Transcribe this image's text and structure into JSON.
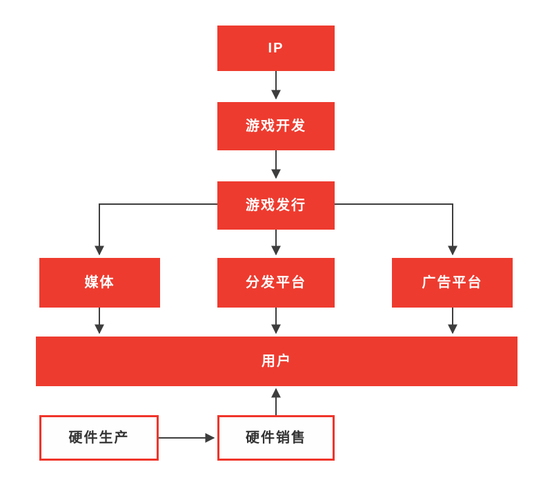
{
  "diagram": {
    "type": "flowchart",
    "nodes": {
      "ip": {
        "label": "IP",
        "style": "solid"
      },
      "game_dev": {
        "label": "游戏开发",
        "style": "solid"
      },
      "game_publish": {
        "label": "游戏发行",
        "style": "solid"
      },
      "media": {
        "label": "媒体",
        "style": "solid"
      },
      "distribution": {
        "label": "分发平台",
        "style": "solid"
      },
      "ad_platform": {
        "label": "广告平台",
        "style": "solid"
      },
      "users": {
        "label": "用户",
        "style": "solid"
      },
      "hw_production": {
        "label": "硬件生产",
        "style": "outline"
      },
      "hw_sales": {
        "label": "硬件销售",
        "style": "outline"
      }
    },
    "edges": [
      {
        "from": "ip",
        "to": "game_dev"
      },
      {
        "from": "game_dev",
        "to": "game_publish"
      },
      {
        "from": "game_publish",
        "to": "media"
      },
      {
        "from": "game_publish",
        "to": "distribution"
      },
      {
        "from": "game_publish",
        "to": "ad_platform"
      },
      {
        "from": "media",
        "to": "users"
      },
      {
        "from": "distribution",
        "to": "users"
      },
      {
        "from": "ad_platform",
        "to": "users"
      },
      {
        "from": "hw_production",
        "to": "hw_sales"
      },
      {
        "from": "hw_sales",
        "to": "users"
      }
    ]
  },
  "colors": {
    "node_fill": "#ee3b2f",
    "node_text": "#ffffff",
    "outline_border": "#f0342a",
    "outline_fill": "#fefefe",
    "outline_text": "#333333",
    "arrow": "#3d3d3d",
    "background": "#ffffff"
  }
}
